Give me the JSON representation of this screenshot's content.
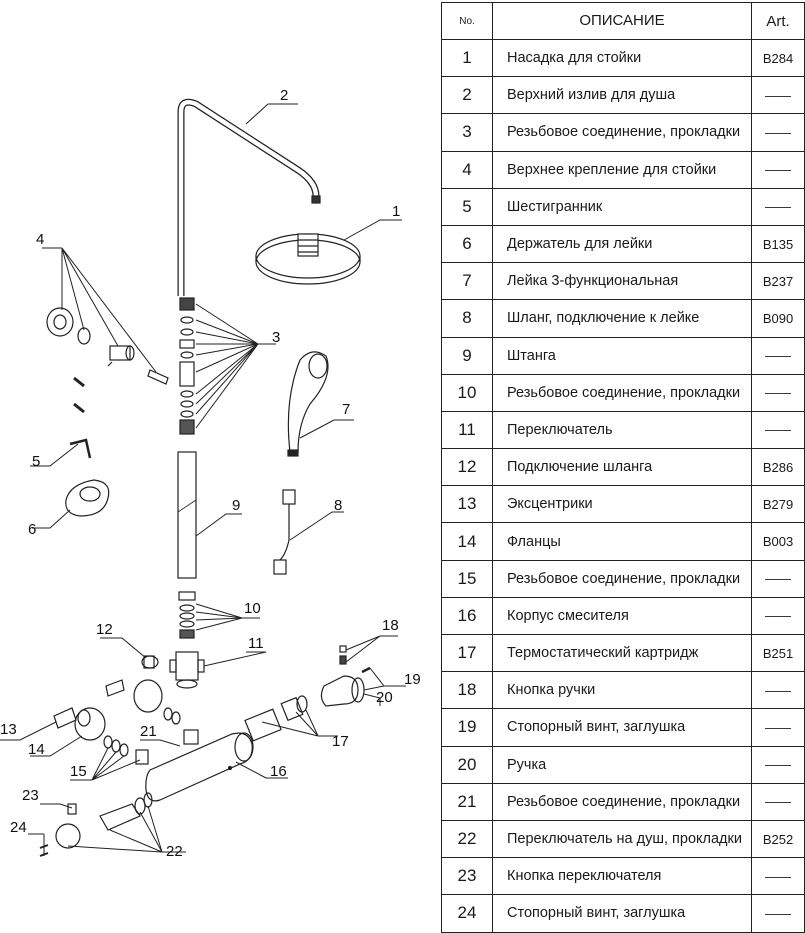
{
  "table": {
    "headers": {
      "no": "No.",
      "description": "ОПИСАНИЕ",
      "art": "Art."
    },
    "rows": [
      {
        "no": "1",
        "description": "Насадка для стойки",
        "art": "B284"
      },
      {
        "no": "2",
        "description": "Верхний излив для душа",
        "art": "——"
      },
      {
        "no": "3",
        "description": "Резьбовое соединение, прокладки",
        "art": "——"
      },
      {
        "no": "4",
        "description": "Верхнее крепление для стойки",
        "art": "——"
      },
      {
        "no": "5",
        "description": "Шестигранник",
        "art": "——"
      },
      {
        "no": "6",
        "description": "Держатель для лейки",
        "art": "B135"
      },
      {
        "no": "7",
        "description": "Лейка 3-функциональная",
        "art": "B237"
      },
      {
        "no": "8",
        "description": "Шланг, подключение к лейке",
        "art": "B090"
      },
      {
        "no": "9",
        "description": "Штанга",
        "art": "——"
      },
      {
        "no": "10",
        "description": "Резьбовое соединение, прокладки",
        "art": "——"
      },
      {
        "no": "11",
        "description": "Переключатель",
        "art": "——"
      },
      {
        "no": "12",
        "description": "Подключение шланга",
        "art": "B286"
      },
      {
        "no": "13",
        "description": "Эксцентрики",
        "art": "B279"
      },
      {
        "no": "14",
        "description": "Фланцы",
        "art": "B003"
      },
      {
        "no": "15",
        "description": "Резьбовое соединение, прокладки",
        "art": "——"
      },
      {
        "no": "16",
        "description": "Корпус смесителя",
        "art": "——"
      },
      {
        "no": "17",
        "description": "Термостатический картридж",
        "art": "B251"
      },
      {
        "no": "18",
        "description": "Кнопка ручки",
        "art": "——"
      },
      {
        "no": "19",
        "description": "Стопорный винт, заглушка",
        "art": "——"
      },
      {
        "no": "20",
        "description": "Ручка",
        "art": "——"
      },
      {
        "no": "21",
        "description": "Резьбовое соединение, прокладки",
        "art": "——"
      },
      {
        "no": "22",
        "description": "Переключатель на душ, прокладки",
        "art": "B252"
      },
      {
        "no": "23",
        "description": "Кнопка переключателя",
        "art": "——"
      },
      {
        "no": "24",
        "description": "Стопорный винт, заглушка",
        "art": "——"
      }
    ]
  },
  "diagram": {
    "callouts": [
      "1",
      "2",
      "3",
      "4",
      "5",
      "6",
      "7",
      "8",
      "9",
      "10",
      "11",
      "12",
      "13",
      "14",
      "15",
      "16",
      "17",
      "18",
      "19",
      "20",
      "21",
      "22",
      "23",
      "24"
    ]
  }
}
